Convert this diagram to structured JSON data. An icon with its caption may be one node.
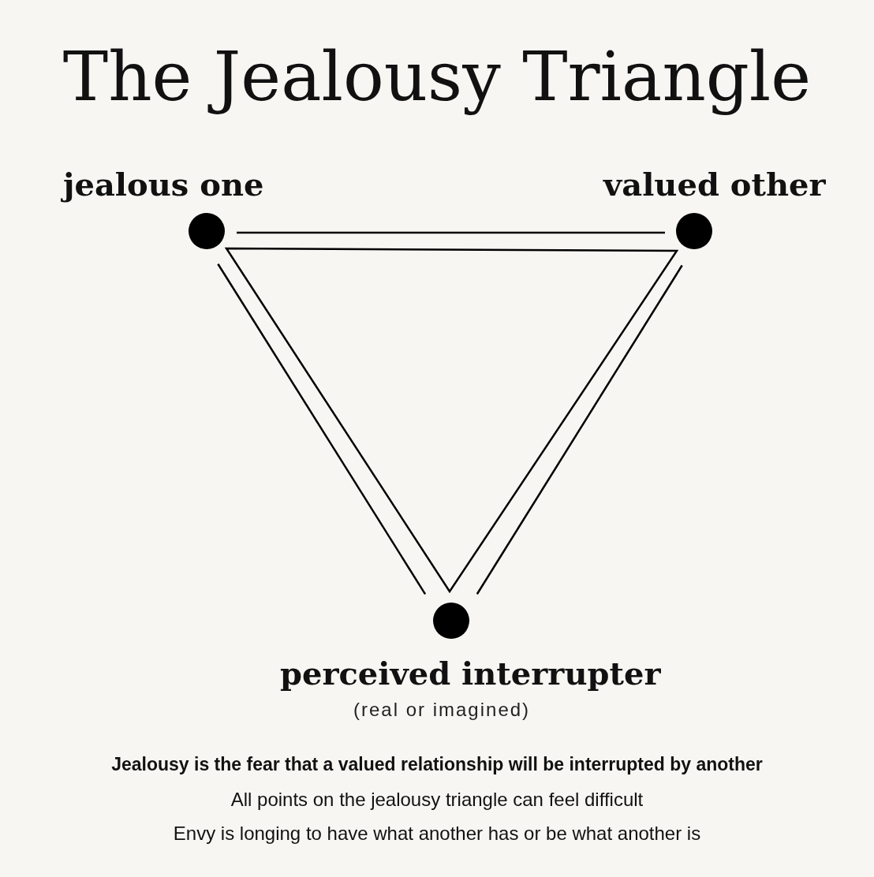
{
  "diagram": {
    "title": "The Jealousy Triangle",
    "nodes": [
      {
        "text": [
          "jealous one"
        ]
      },
      {
        "text": [
          "valued other"
        ]
      },
      {
        "text": [
          "perceived interrupter",
          "(real or imagined)"
        ]
      }
    ],
    "edges": [
      {
        "from": 0,
        "to": 1,
        "arrow": "none"
      },
      {
        "from": 0,
        "to": 2,
        "arrow": "none"
      },
      {
        "from": 1,
        "to": 2,
        "arrow": "none"
      }
    ],
    "labels": [
      "Jealousy is the fear that a valued relationship will be interrupted by another",
      "All points on the jealousy triangle can feel difficult",
      "Envy is longing to have what another has or be what another is"
    ]
  }
}
